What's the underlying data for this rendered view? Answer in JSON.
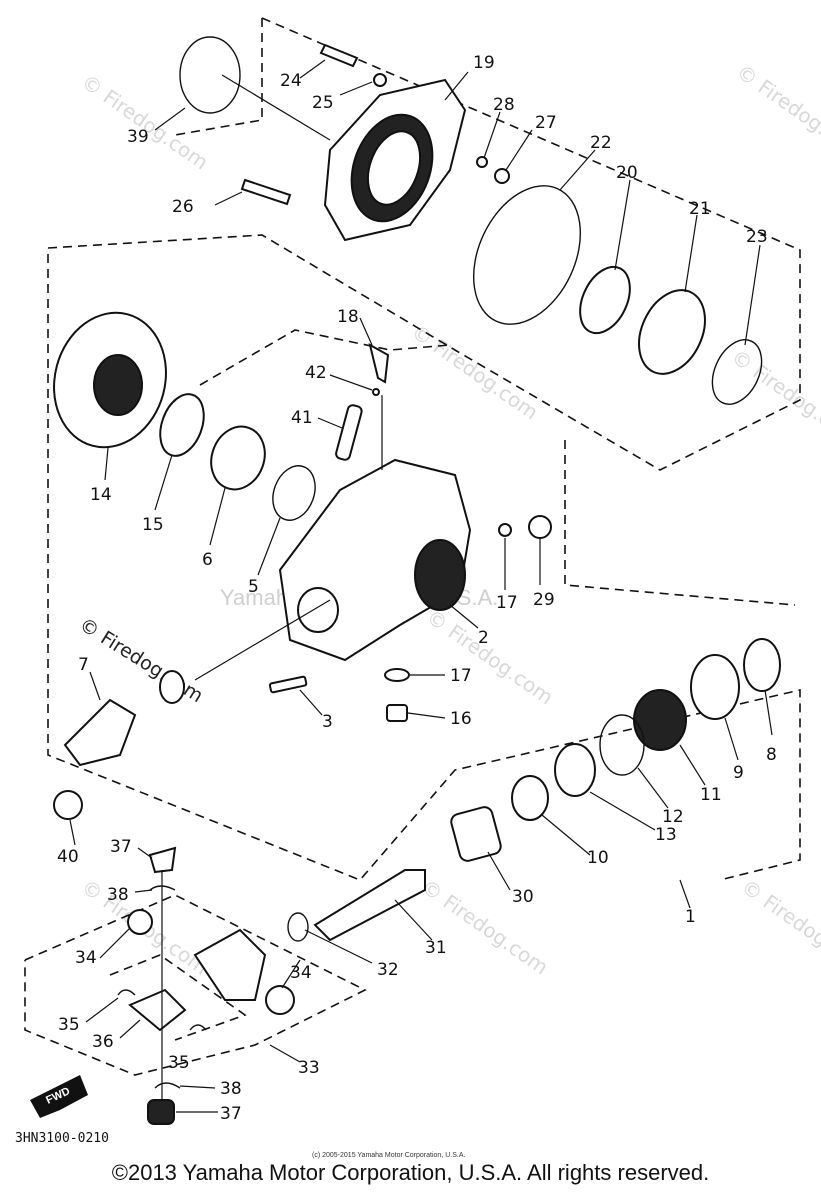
{
  "watermarks": {
    "firedog": "© Firedog.com",
    "yamaha": "Yamaha Motor Corp., U.S.A."
  },
  "diagram_code": "3HN3100-0210",
  "fwd_label": "FWD",
  "small_copyright": "(c) 2005-2015 Yamaha Motor Corporation, U.S.A.",
  "footer": "©2013 Yamaha Motor Corporation, U.S.A. All rights reserved.",
  "callouts": {
    "n1": "1",
    "n2": "2",
    "n3": "3",
    "n5": "5",
    "n6": "6",
    "n7": "7",
    "n8": "8",
    "n9": "9",
    "n10": "10",
    "n11": "11",
    "n12": "12",
    "n13": "13",
    "n14": "14",
    "n15": "15",
    "n16": "16",
    "n17a": "17",
    "n17b": "17",
    "n18": "18",
    "n19": "19",
    "n20": "20",
    "n21": "21",
    "n22": "22",
    "n23": "23",
    "n24": "24",
    "n25": "25",
    "n26": "26",
    "n27": "27",
    "n28": "28",
    "n29": "29",
    "n30": "30",
    "n31": "31",
    "n32": "32",
    "n33": "33",
    "n34a": "34",
    "n34b": "34",
    "n35a": "35",
    "n35b": "35",
    "n36": "36",
    "n37a": "37",
    "n37b": "37",
    "n38a": "38",
    "n38b": "38",
    "n39": "39",
    "n40": "40",
    "n41": "41",
    "n42": "42"
  }
}
